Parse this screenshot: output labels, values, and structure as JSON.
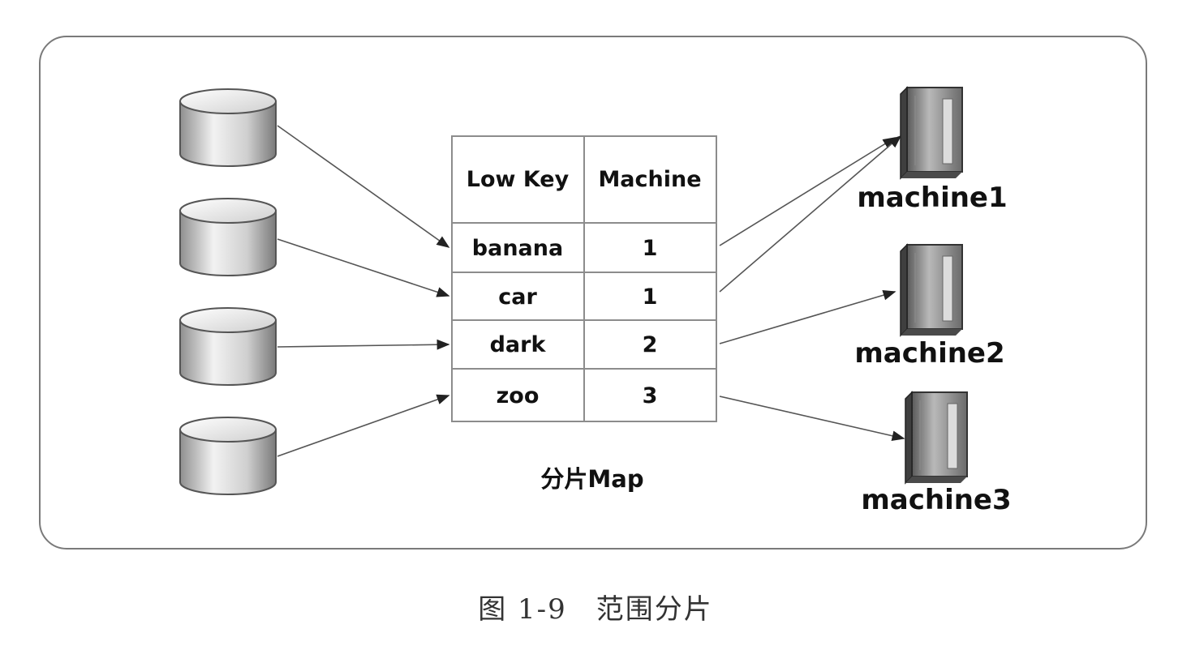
{
  "table": {
    "headers": [
      "Low Key",
      "Machine"
    ],
    "rows": [
      {
        "key": "banana",
        "machine": "1"
      },
      {
        "key": "car",
        "machine": "1"
      },
      {
        "key": "dark",
        "machine": "2"
      },
      {
        "key": "zoo",
        "machine": "3"
      }
    ]
  },
  "map_title": "分片Map",
  "machines": [
    "machine1",
    "machine2",
    "machine3"
  ],
  "caption": "图 1-9　范围分片",
  "colors": {
    "border": "#7a7a7a",
    "line": "#555555",
    "grid": "#8c8c8c"
  }
}
